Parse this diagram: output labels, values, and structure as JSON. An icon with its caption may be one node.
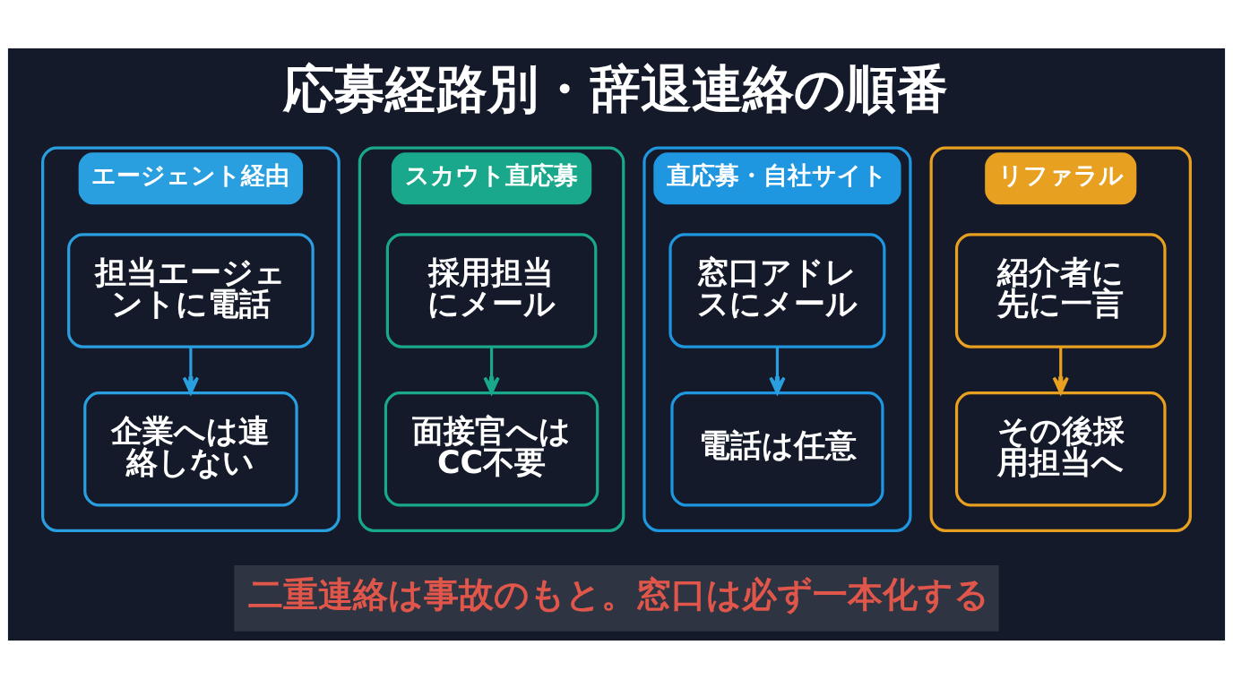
{
  "diagram": {
    "title": "応募経路別・辞退連絡の順番",
    "caption": "二重連絡は事故のもと。窓口は必ず一本化する",
    "nodes": [
      {
        "text": [
          "エージェント経由"
        ]
      },
      {
        "text": [
          "担当エージェントに電話"
        ],
        "in": 0
      },
      {
        "text": [
          "企業へは連絡しない"
        ],
        "in": 0
      },
      {
        "text": [
          "スカウト直応募"
        ]
      },
      {
        "text": [
          "採用担当にメール"
        ],
        "in": 3
      },
      {
        "text": [
          "面接官へはCC不要"
        ],
        "in": 3
      },
      {
        "text": [
          "直応募・自社サイト"
        ]
      },
      {
        "text": [
          "窓口アドレスにメール"
        ],
        "in": 6
      },
      {
        "text": [
          "電話は任意"
        ],
        "in": 6
      },
      {
        "text": [
          "リファラル"
        ]
      },
      {
        "text": [
          "紹介者に先に一言"
        ],
        "in": 9
      },
      {
        "text": [
          "その後採用担当へ"
        ],
        "in": 9
      }
    ],
    "edges": [
      {
        "from": 1,
        "to": 2,
        "arrow": "to"
      },
      {
        "from": 4,
        "to": 5,
        "arrow": "to",
        "color": "#1aa88c"
      },
      {
        "from": 7,
        "to": 8,
        "arrow": "to"
      },
      {
        "from": 10,
        "to": 11,
        "arrow": "to",
        "color": "#e8a020"
      }
    ]
  }
}
